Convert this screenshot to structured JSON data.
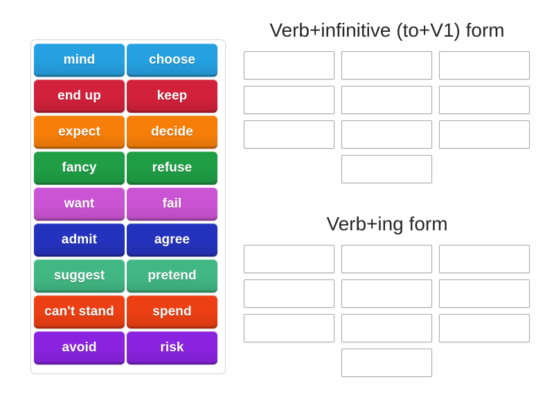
{
  "activity": {
    "type": "group-sort",
    "tile_panel_label": "word-tiles"
  },
  "tiles": [
    {
      "label": "mind",
      "color": "#25a0e0"
    },
    {
      "label": "choose",
      "color": "#25a0e0"
    },
    {
      "label": "end up",
      "color": "#d2213a"
    },
    {
      "label": "keep",
      "color": "#d2213a"
    },
    {
      "label": "expect",
      "color": "#f77f09"
    },
    {
      "label": "decide",
      "color": "#f77f09"
    },
    {
      "label": "fancy",
      "color": "#1f9e45"
    },
    {
      "label": "refuse",
      "color": "#1f9e45"
    },
    {
      "label": "want",
      "color": "#cb54d4"
    },
    {
      "label": "fail",
      "color": "#cb54d4"
    },
    {
      "label": "admit",
      "color": "#2433bd"
    },
    {
      "label": "agree",
      "color": "#2433bd"
    },
    {
      "label": "suggest",
      "color": "#41b883"
    },
    {
      "label": "pretend",
      "color": "#41b883"
    },
    {
      "label": "can't stand",
      "color": "#ec3f13"
    },
    {
      "label": "spend",
      "color": "#ec3f13"
    },
    {
      "label": "avoid",
      "color": "#8a23e0"
    },
    {
      "label": "risk",
      "color": "#8a23e0"
    }
  ],
  "categories": [
    {
      "title": "Verb+infinitive (to+V1) form",
      "slot_count": 10,
      "slots": [
        "",
        "",
        "",
        "",
        "",
        "",
        "",
        "",
        "",
        ""
      ]
    },
    {
      "title": "Verb+ing form",
      "slot_count": 10,
      "slots": [
        "",
        "",
        "",
        "",
        "",
        "",
        "",
        "",
        "",
        ""
      ]
    }
  ],
  "colors": {
    "page_background": "#ffffff",
    "panel_border": "#d2d2d2",
    "slot_border": "#a6a6a6",
    "title_text": "#262626",
    "tile_text": "#ffffff"
  }
}
